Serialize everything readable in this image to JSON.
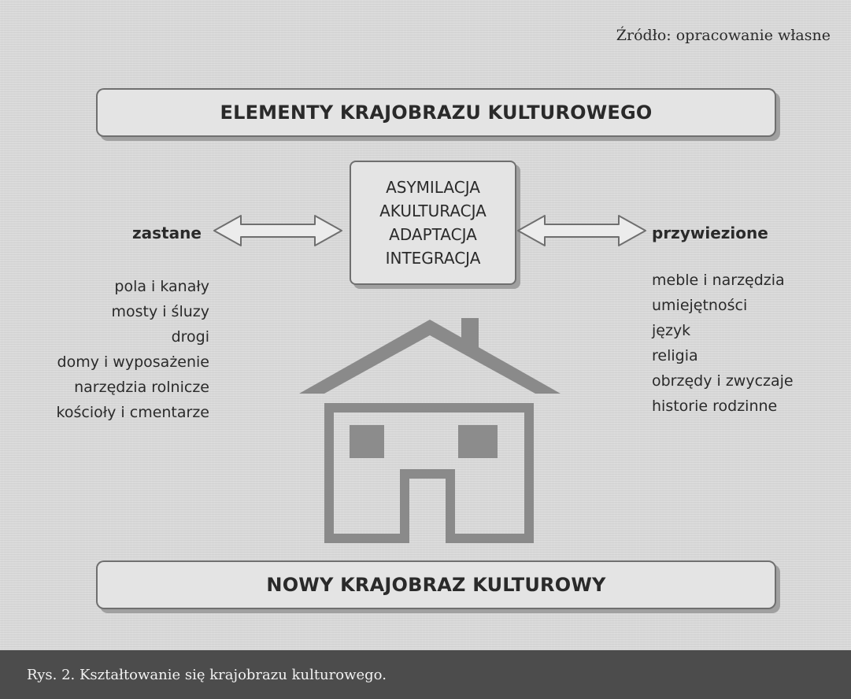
{
  "source_note": "Źródło: opracowanie własne",
  "top_banner": "ELEMENTY KRAJOBRAZU KULTUROWEGO",
  "process": [
    "ASYMILACJA",
    "AKULTURACJA",
    "ADAPTACJA",
    "INTEGRACJA"
  ],
  "left": {
    "title": "zastane",
    "items": [
      "pola i kanały",
      "mosty i śluzy",
      "drogi",
      "domy i wyposażenie",
      "narzędzia rolnicze",
      "kościoły i cmentarze"
    ]
  },
  "right": {
    "title": "przywiezione",
    "items": [
      "meble i narzędzia",
      "umiejętności",
      "język",
      "religia",
      "obrzędy i zwyczaje",
      "historie rodzinne"
    ]
  },
  "bottom_banner": "NOWY KRAJOBRAZ KULTUROWY",
  "caption": "Rys. 2. Kształtowanie się krajobrazu kulturowego.",
  "icons": [
    "double-arrow-icon",
    "double-arrow-icon",
    "house-icon"
  ],
  "colors": {
    "background": "#dadada",
    "box_fill": "#e4e4e4",
    "outline": "#6f6f6f",
    "house_stroke": "#8a8a8a",
    "house_window": "#8c8c8c",
    "caption_bar": "#4c4c4c"
  }
}
